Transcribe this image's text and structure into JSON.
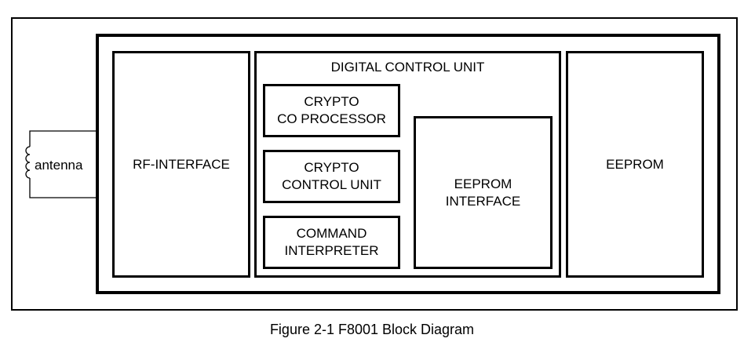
{
  "antenna": {
    "label": "antenna",
    "icon": "coil-icon"
  },
  "blocks": {
    "rf_interface": "RF-INTERFACE",
    "digital_control_unit": "DIGITAL CONTROL UNIT",
    "crypto_coprocessor": [
      "CRYPTO",
      "CO PROCESSOR"
    ],
    "crypto_control_unit": [
      "CRYPTO",
      "CONTROL UNIT"
    ],
    "command_interpreter": [
      "COMMAND",
      "INTERPRETER"
    ],
    "eeprom_interface": [
      "EEPROM",
      "INTERFACE"
    ],
    "eeprom": "EEPROM"
  },
  "caption": "Figure 2-1 F8001 Block Diagram"
}
